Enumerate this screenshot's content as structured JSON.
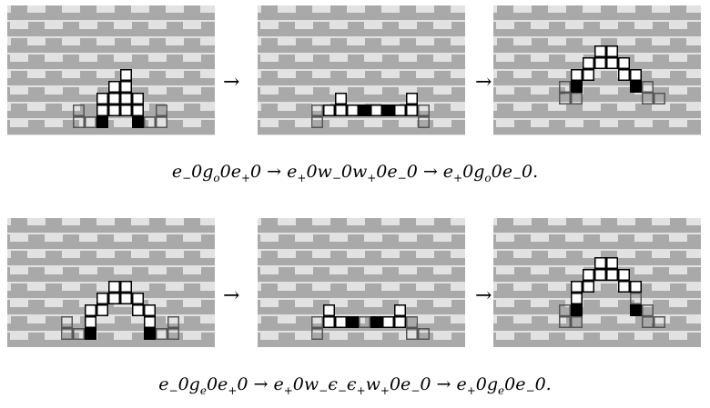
{
  "rows": [
    {
      "panels": [
        {
          "white": [
            [
              6,
              2
            ],
            [
              5,
              3
            ],
            [
              6,
              3
            ],
            [
              4,
              4
            ],
            [
              5,
              4
            ],
            [
              6,
              4
            ],
            [
              7,
              4
            ],
            [
              4,
              5
            ],
            [
              5,
              5
            ],
            [
              6,
              5
            ],
            [
              7,
              5
            ]
          ],
          "black": [
            [
              4,
              6
            ],
            [
              7,
              6
            ]
          ],
          "gray": [
            [
              2,
              5
            ],
            [
              2,
              6
            ],
            [
              3,
              6
            ],
            [
              8,
              6
            ],
            [
              9,
              6
            ],
            [
              9,
              5
            ]
          ]
        },
        {
          "white": [
            [
              3,
              4
            ],
            [
              9,
              4
            ],
            [
              2,
              5
            ],
            [
              3,
              5
            ],
            [
              4,
              5
            ],
            [
              6,
              5
            ],
            [
              8,
              5
            ],
            [
              9,
              5
            ]
          ],
          "black": [
            [
              5,
              5
            ],
            [
              7,
              5
            ]
          ],
          "gray": [
            [
              1,
              5
            ],
            [
              1,
              6
            ],
            [
              10,
              5
            ],
            [
              10,
              6
            ]
          ]
        },
        {
          "white": [
            [
              5,
              0
            ],
            [
              6,
              0
            ],
            [
              4,
              1
            ],
            [
              5,
              1
            ],
            [
              6,
              1
            ],
            [
              7,
              1
            ],
            [
              3,
              2
            ],
            [
              4,
              2
            ],
            [
              7,
              2
            ],
            [
              8,
              2
            ]
          ],
          "black": [
            [
              3,
              3
            ],
            [
              8,
              3
            ]
          ],
          "gray": [
            [
              2,
              3
            ],
            [
              2,
              4
            ],
            [
              3,
              4
            ],
            [
              9,
              3
            ],
            [
              9,
              4
            ],
            [
              10,
              4
            ]
          ]
        }
      ],
      "arrows": [
        "→",
        "→"
      ],
      "caption": {
        "parts": [
          {
            "t": "e"
          },
          {
            "sub": "−"
          },
          {
            "t": "0g"
          },
          {
            "sub": "o"
          },
          {
            "t": "0e"
          },
          {
            "sub": "+"
          },
          {
            "t": "0 → e"
          },
          {
            "sub": "+"
          },
          {
            "t": "0w"
          },
          {
            "sub": "−"
          },
          {
            "t": "0w"
          },
          {
            "sub": "+"
          },
          {
            "t": "0e"
          },
          {
            "sub": "−"
          },
          {
            "t": "0 → e"
          },
          {
            "sub": "+"
          },
          {
            "t": "0g"
          },
          {
            "sub": "o"
          },
          {
            "t": "0e"
          },
          {
            "sub": "−"
          },
          {
            "t": "0."
          }
        ]
      }
    },
    {
      "panels": [
        {
          "white": [
            [
              5,
              2
            ],
            [
              6,
              2
            ],
            [
              4,
              3
            ],
            [
              5,
              3
            ],
            [
              6,
              3
            ],
            [
              7,
              3
            ],
            [
              3,
              4
            ],
            [
              4,
              4
            ],
            [
              7,
              4
            ],
            [
              8,
              4
            ],
            [
              3,
              5
            ],
            [
              8,
              5
            ]
          ],
          "black": [
            [
              3,
              6
            ],
            [
              8,
              6
            ]
          ],
          "gray": [
            [
              1,
              5
            ],
            [
              1,
              6
            ],
            [
              2,
              6
            ],
            [
              9,
              6
            ],
            [
              10,
              6
            ],
            [
              10,
              5
            ]
          ]
        },
        {
          "white": [
            [
              2,
              4
            ],
            [
              8,
              4
            ],
            [
              2,
              5
            ],
            [
              3,
              5
            ],
            [
              7,
              5
            ],
            [
              8,
              5
            ]
          ],
          "black": [
            [
              4,
              5
            ],
            [
              6,
              5
            ]
          ],
          "gray": [
            [
              5,
              5
            ],
            [
              1,
              5
            ],
            [
              1,
              6
            ],
            [
              9,
              5
            ],
            [
              9,
              6
            ],
            [
              10,
              6
            ]
          ]
        },
        {
          "white": [
            [
              5,
              0
            ],
            [
              6,
              0
            ],
            [
              4,
              1
            ],
            [
              5,
              1
            ],
            [
              6,
              1
            ],
            [
              7,
              1
            ],
            [
              3,
              2
            ],
            [
              4,
              2
            ],
            [
              7,
              2
            ],
            [
              8,
              2
            ],
            [
              3,
              3
            ]
          ],
          "black": [
            [
              3,
              4
            ],
            [
              8,
              4
            ]
          ],
          "gray": [
            [
              8,
              3
            ],
            [
              2,
              4
            ],
            [
              2,
              5
            ],
            [
              3,
              5
            ],
            [
              9,
              4
            ],
            [
              9,
              5
            ],
            [
              10,
              5
            ]
          ]
        }
      ],
      "arrows": [
        "→",
        "→"
      ],
      "caption": {
        "parts": [
          {
            "t": "e"
          },
          {
            "sub": "−"
          },
          {
            "t": "0g"
          },
          {
            "sub": "e"
          },
          {
            "t": "0e"
          },
          {
            "sub": "+"
          },
          {
            "t": "0 → e"
          },
          {
            "sub": "+"
          },
          {
            "t": "0w"
          },
          {
            "sub": "−"
          },
          {
            "t": "ϵ"
          },
          {
            "sub": "−"
          },
          {
            "t": "ϵ"
          },
          {
            "sub": "+"
          },
          {
            "t": "w"
          },
          {
            "sub": "+"
          },
          {
            "t": "0e"
          },
          {
            "sub": "−"
          },
          {
            "t": "0 → e"
          },
          {
            "sub": "+"
          },
          {
            "t": "0g"
          },
          {
            "sub": "e"
          },
          {
            "t": "0e"
          },
          {
            "sub": "−"
          },
          {
            "t": "0."
          }
        ]
      }
    }
  ],
  "colors": {
    "background_light": "#e2e2e2",
    "background_dark": "#a9a9a9",
    "cell_white": "#ffffff",
    "cell_black": "#000000",
    "cell_gray_border": "#555555",
    "cell_border": "#000000"
  }
}
